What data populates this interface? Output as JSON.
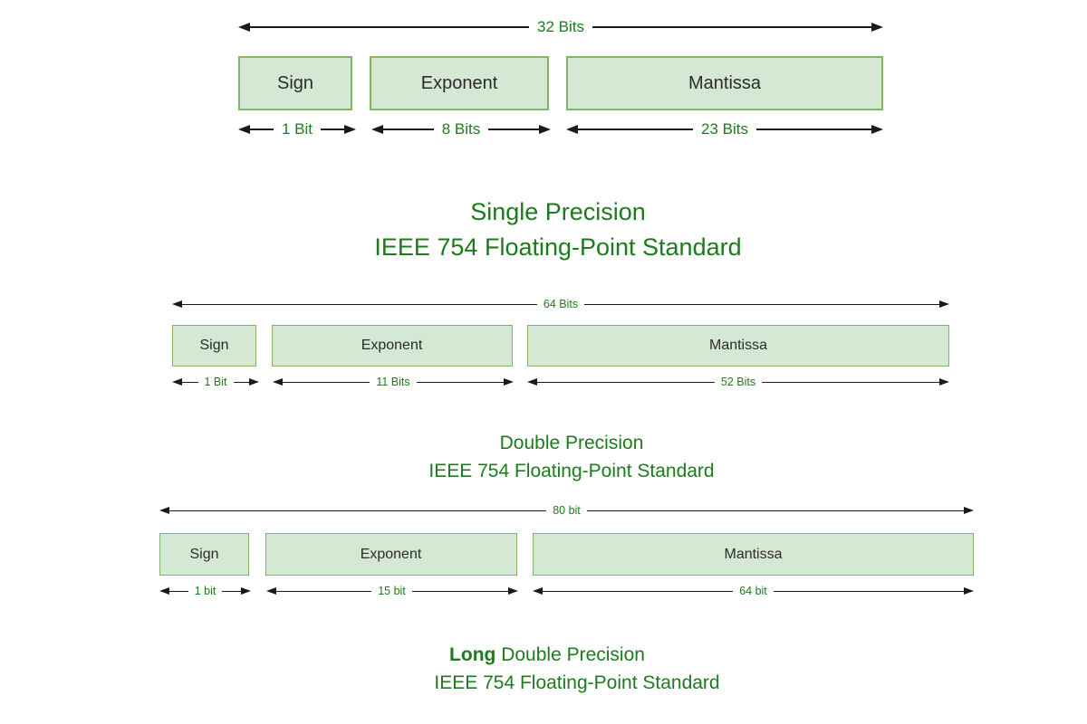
{
  "colors": {
    "background": "#ffffff",
    "box_fill": "#d5e8d4",
    "box_border": "#82b366",
    "box_text": "#2b2b2b",
    "arrow": "#1a1a1a",
    "label_green": "#1e7c1e",
    "title_green": "#1d7a1d"
  },
  "diagrams": [
    {
      "total_label": "32 Bits",
      "fields": [
        {
          "name": "Sign",
          "width_label": "1 Bit"
        },
        {
          "name": "Exponent",
          "width_label": "8 Bits"
        },
        {
          "name": "Mantissa",
          "width_label": "23 Bits"
        }
      ],
      "caption": {
        "line1": "Single Precision",
        "line2": "IEEE 754 Floating-Point Standard"
      }
    },
    {
      "total_label": "64 Bits",
      "fields": [
        {
          "name": "Sign",
          "width_label": "1 Bit"
        },
        {
          "name": "Exponent",
          "width_label": "11 Bits"
        },
        {
          "name": "Mantissa",
          "width_label": "52 Bits"
        }
      ],
      "caption": {
        "line1": "Double Precision",
        "line2": "IEEE 754 Floating-Point Standard"
      }
    },
    {
      "total_label": "80 bit",
      "fields": [
        {
          "name": "Sign",
          "width_label": "1 bit"
        },
        {
          "name": "Exponent",
          "width_label": "15 bit"
        },
        {
          "name": "Mantissa",
          "width_label": "64 bit"
        }
      ],
      "caption": {
        "line1_bold": "Long",
        "line1_rest": "Double Precision",
        "line2": "IEEE 754 Floating-Point Standard"
      }
    }
  ]
}
